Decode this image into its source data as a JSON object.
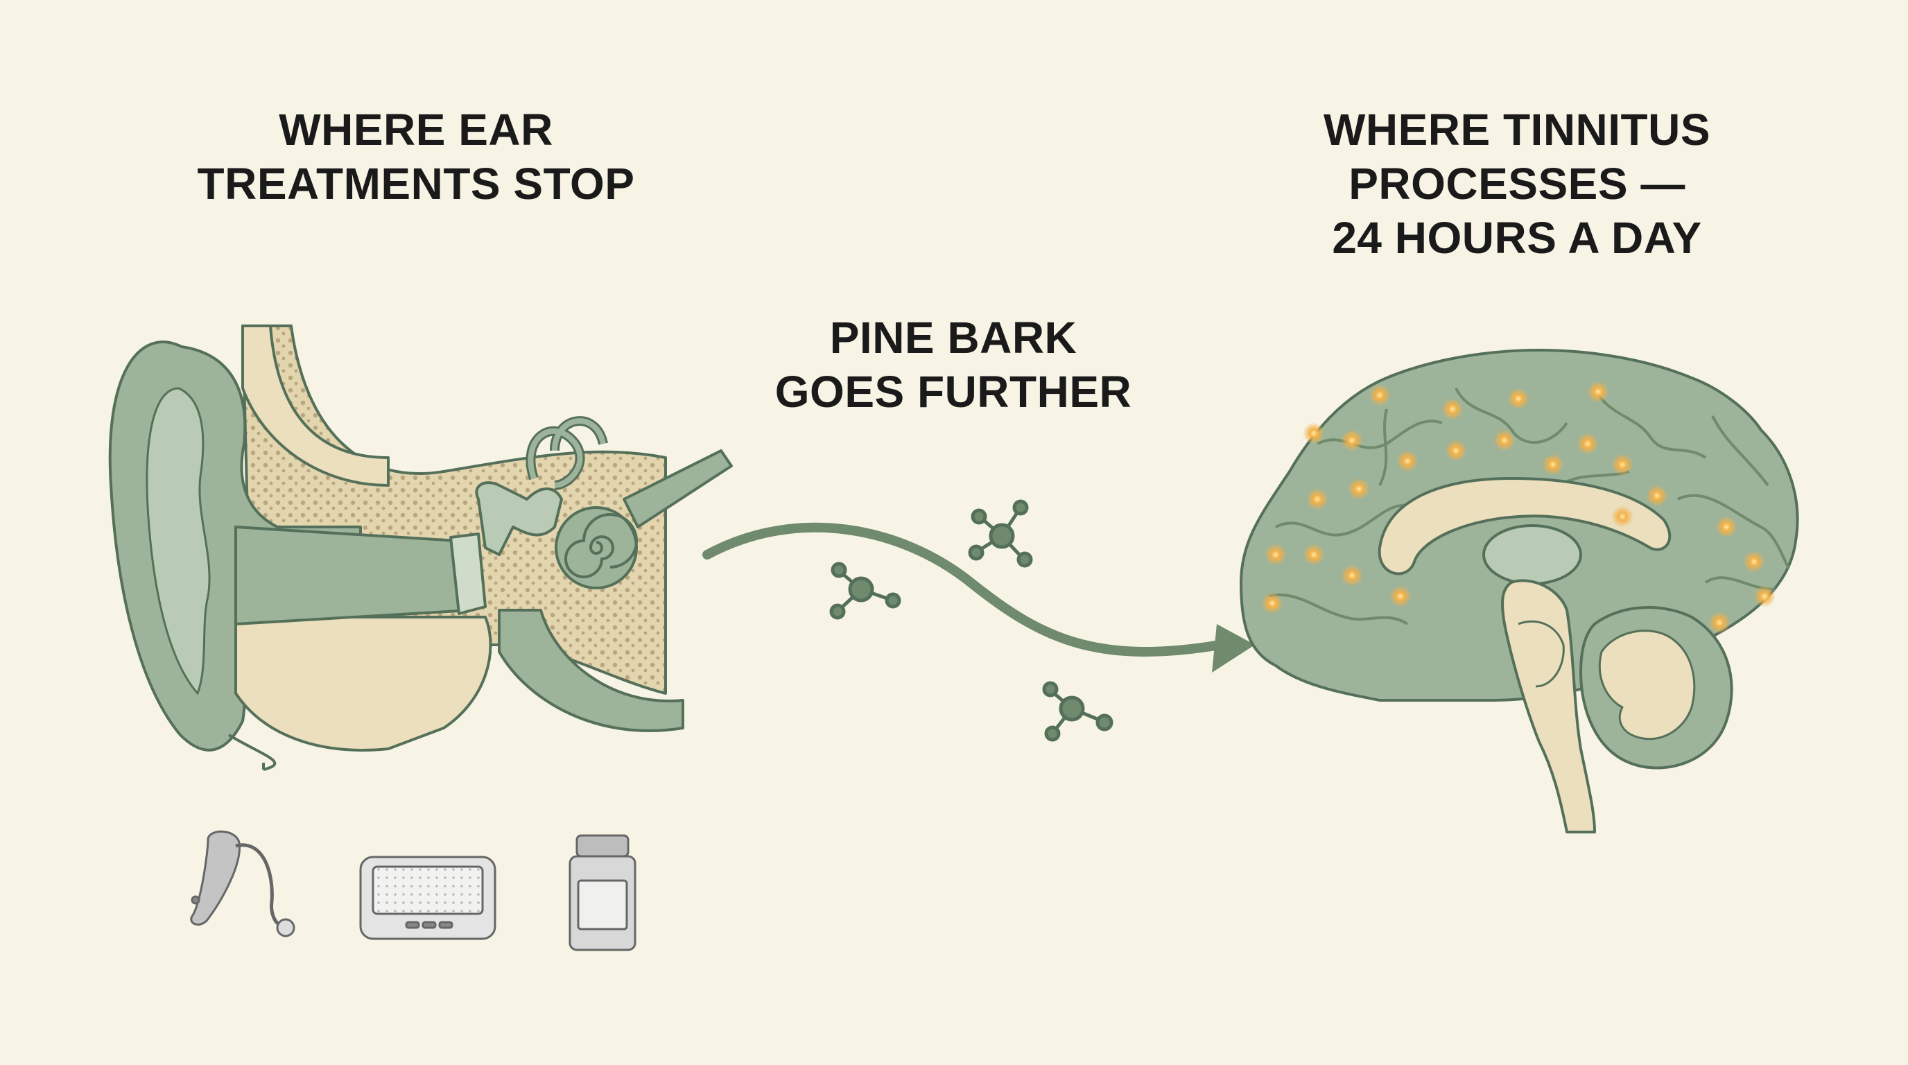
{
  "headings": {
    "left": [
      "WHERE EAR",
      "TREATMENTS STOP"
    ],
    "middle": [
      "PINE BARK",
      "GOES FURTHER"
    ],
    "right": [
      "WHERE TINNITUS",
      "PROCESSES —",
      "24 HOURS A DAY"
    ]
  },
  "icons": {
    "treatments": [
      "hearing-aid-icon",
      "white-noise-machine-icon",
      "supplement-bottle-icon"
    ],
    "molecules": [
      "molecule-icon",
      "molecule-icon",
      "molecule-icon"
    ]
  },
  "colors": {
    "background": "#f7f4e6",
    "sage": "#9db39a",
    "sage_dark": "#6f8a6c",
    "beige": "#ebdfbe",
    "line": "#55705a",
    "glow": "#f2b24a",
    "device_gray": "#c4c4c4"
  }
}
